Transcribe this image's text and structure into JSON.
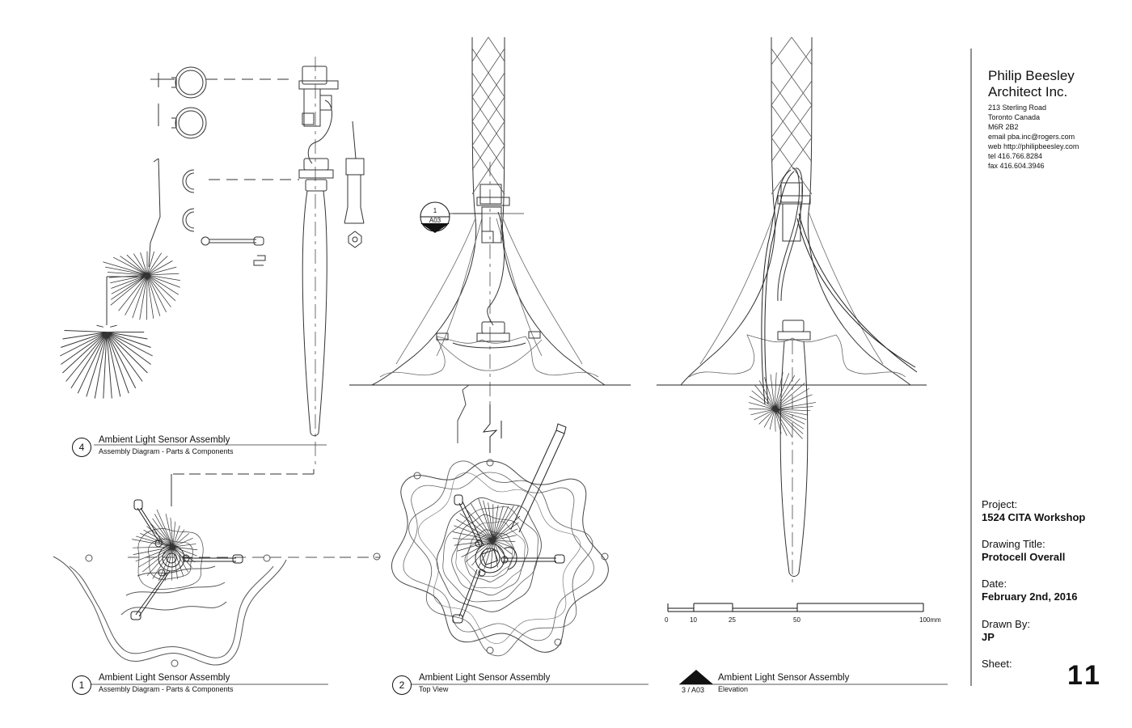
{
  "title_block": {
    "firm_line1": "Philip Beesley",
    "firm_line2": "Architect Inc.",
    "address": [
      "213 Sterling Road",
      "Toronto Canada",
      "M6R 2B2",
      "email  pba.inc@rogers.com",
      "web  http://philipbeesley.com",
      "tel  416.766.8284",
      "fax  416.604.3946"
    ],
    "project_label": "Project:",
    "project_value": "1524 CITA Workshop",
    "drawing_title_label": "Drawing Title:",
    "drawing_title_value": "Protocell Overall",
    "date_label": "Date:",
    "date_value": "February 2nd, 2016",
    "drawn_by_label": "Drawn By:",
    "drawn_by_value": "JP",
    "sheet_label": "Sheet:",
    "sheet_value": "11"
  },
  "views": [
    {
      "number": "4",
      "title": "Ambient Light Sensor Assembly",
      "subtitle": "Assembly Diagram - Parts & Components"
    },
    {
      "number": "1",
      "title": "Ambient Light Sensor Assembly",
      "subtitle": "Assembly Diagram - Parts & Components"
    },
    {
      "number": "2",
      "title": "Ambient Light Sensor Assembly",
      "subtitle": "Top View"
    },
    {
      "number": "3 / A03",
      "title": "Ambient Light Sensor Assembly",
      "subtitle": "Elevation"
    }
  ],
  "section_callout": {
    "top": "1",
    "bottom": "A03"
  },
  "scale_bar": {
    "ticks": [
      "0",
      "10",
      "25",
      "50",
      "100mm"
    ]
  }
}
